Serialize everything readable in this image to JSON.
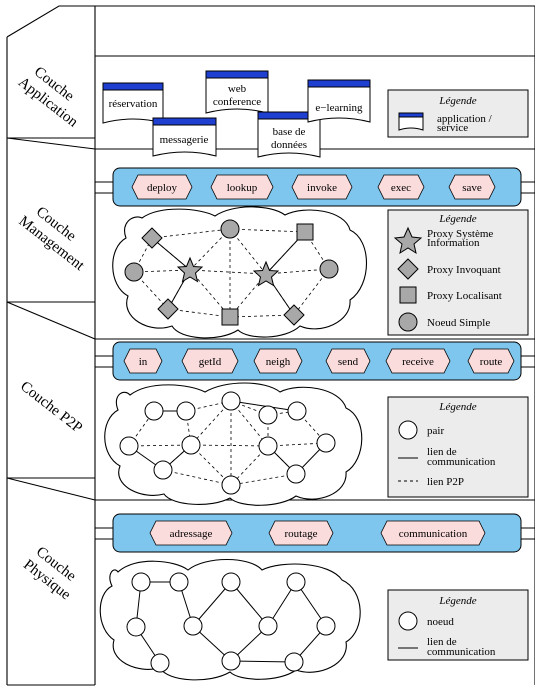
{
  "layers": [
    {
      "id": "application",
      "label_lines": [
        "Couche",
        "Application"
      ]
    },
    {
      "id": "management",
      "label_lines": [
        "Couche",
        "Management"
      ]
    },
    {
      "id": "p2p",
      "label_lines": [
        "Couche P2P"
      ]
    },
    {
      "id": "physique",
      "label_lines": [
        "Couche",
        "Physique"
      ]
    }
  ],
  "application": {
    "services": [
      {
        "id": "reservation",
        "lines": [
          "réservation"
        ]
      },
      {
        "id": "messagerie",
        "lines": [
          "messagerie"
        ]
      },
      {
        "id": "web-conference",
        "lines": [
          "web",
          "conference"
        ]
      },
      {
        "id": "base-de-donnees",
        "lines": [
          "base de",
          "données"
        ]
      },
      {
        "id": "e-learning",
        "lines": [
          "e−learning"
        ]
      }
    ],
    "legend": {
      "title": "Légende",
      "items": [
        {
          "symbol": "service-box",
          "lines": [
            "application /",
            "service"
          ]
        }
      ]
    }
  },
  "management": {
    "bar_items": [
      "deploy",
      "lookup",
      "invoke",
      "exec",
      "save"
    ],
    "legend": {
      "title": "Légende",
      "items": [
        {
          "symbol": "star",
          "lines": [
            "Proxy Système",
            "Information"
          ]
        },
        {
          "symbol": "diamond",
          "lines": [
            "Proxy Invoquant"
          ]
        },
        {
          "symbol": "square",
          "lines": [
            "Proxy Localisant"
          ]
        },
        {
          "symbol": "circle",
          "lines": [
            "Noeud Simple"
          ]
        }
      ]
    }
  },
  "p2p": {
    "bar_items": [
      "in",
      "getId",
      "neigh",
      "send",
      "receive",
      "route"
    ],
    "legend": {
      "title": "Légende",
      "items": [
        {
          "symbol": "peer",
          "lines": [
            "pair"
          ]
        },
        {
          "symbol": "solid-line",
          "lines": [
            "lien de",
            "communication"
          ]
        },
        {
          "symbol": "dashed-line",
          "lines": [
            "lien P2P"
          ]
        }
      ]
    }
  },
  "physique": {
    "bar_items": [
      "adressage",
      "routage",
      "communication"
    ],
    "legend": {
      "title": "Légende",
      "items": [
        {
          "symbol": "node",
          "lines": [
            "noeud"
          ]
        },
        {
          "symbol": "solid-line",
          "lines": [
            "lien de",
            "communication"
          ]
        }
      ]
    }
  },
  "colors": {
    "bar_fill": "#7fc6ee",
    "chip_fill": "#fbdcdc",
    "service_header": "#1f3fd1",
    "legend_fill": "#ececec",
    "node_fill": "#a8a8a8"
  }
}
